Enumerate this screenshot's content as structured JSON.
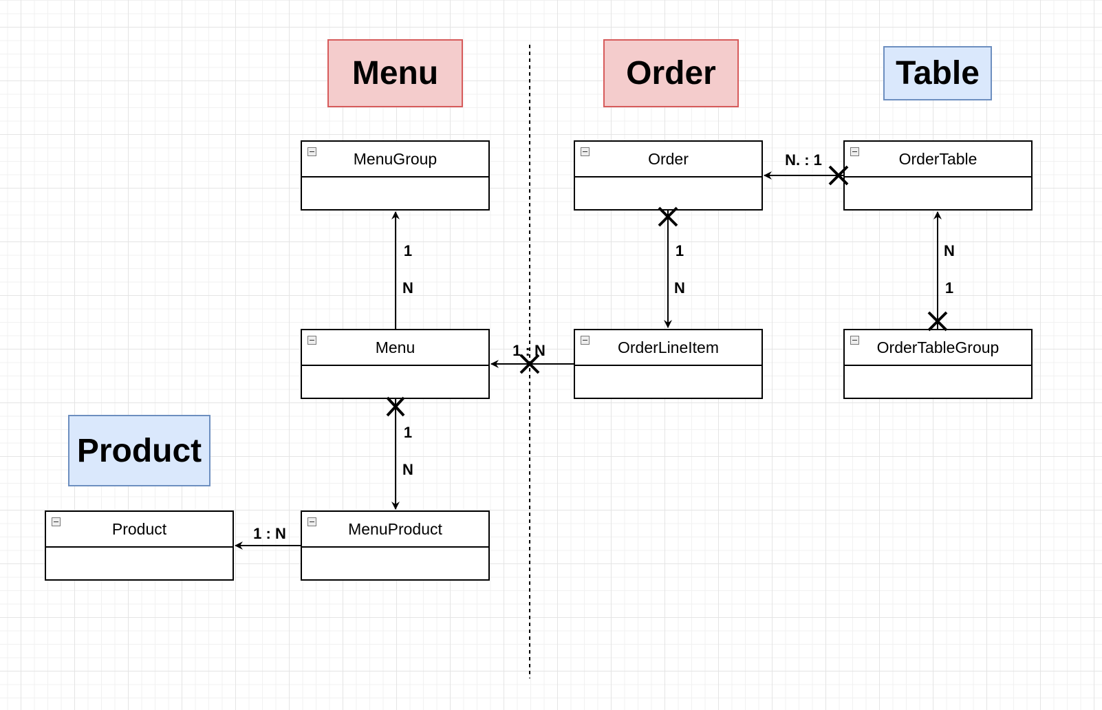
{
  "diagram": {
    "titles": {
      "menu": "Menu",
      "order": "Order",
      "table": "Table",
      "product": "Product"
    },
    "classes": {
      "menu_group": "MenuGroup",
      "menu": "Menu",
      "menu_product": "MenuProduct",
      "product": "Product",
      "order": "Order",
      "order_line_item": "OrderLineItem",
      "order_table": "OrderTable",
      "order_table_group": "OrderTableGroup"
    },
    "multiplicities": {
      "menu_group_menu_top": "1",
      "menu_group_menu_bottom": "N",
      "menu_menu_product_top": "1",
      "menu_menu_product_bottom": "N",
      "menu_product_product": "1 : N",
      "order_line_item_menu": "1 : N",
      "order_order_line_item_top": "1",
      "order_order_line_item_bottom": "N",
      "order_table_order": "N. : 1",
      "order_table_group_top": "N",
      "order_table_group_bottom": "1"
    },
    "colors": {
      "context_red_fill": "#f4cccc",
      "context_red_stroke": "#d65a5a",
      "context_blue_fill": "#dae8fc",
      "context_blue_stroke": "#6c8ebf"
    }
  }
}
